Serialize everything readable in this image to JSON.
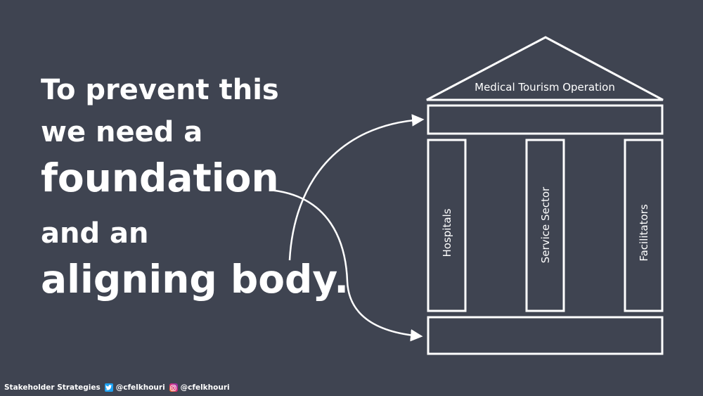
{
  "headline": {
    "line1": "To prevent this",
    "line2": "we need a",
    "line3": "foundation",
    "line4": "and an",
    "line5": "aligning body."
  },
  "diagram": {
    "roof_label": "Medical Tourism Operation",
    "pillars": [
      {
        "label": "Hospitals"
      },
      {
        "label": "Service Sector"
      },
      {
        "label": "Facilitators"
      }
    ]
  },
  "footer": {
    "brand": "Stakeholder Strategies",
    "twitter_handle": "@cfelkhouri",
    "instagram_handle": "@cfelkhouri"
  },
  "colors": {
    "background": "#3f4451",
    "foreground": "#ffffff",
    "twitter": "#1da1f2"
  }
}
